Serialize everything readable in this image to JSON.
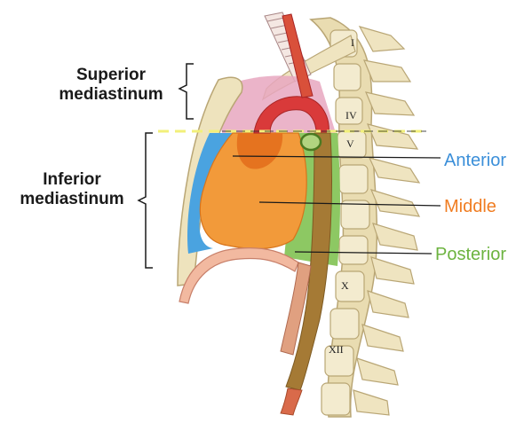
{
  "labels": {
    "superior_line1": "Superior",
    "superior_line2": "mediastinum",
    "inferior_line1": "Inferior",
    "inferior_line2": "mediastinum",
    "anterior": "Anterior",
    "middle": "Middle",
    "posterior": "Posterior"
  },
  "vertebrae": {
    "v1": "I",
    "v4": "IV",
    "v5": "V",
    "v10": "X",
    "v12": "XII"
  },
  "colors": {
    "anterior": "#3b8fd9",
    "middle": "#f07d22",
    "posterior": "#6cb33f",
    "anterior_region": "#4aa3e0",
    "middle_region": "#f29a3a",
    "posterior_region": "#8dc863",
    "superior_region": "#d97aa0",
    "bone": "#eee3bd",
    "aorta": "#d93a3a",
    "esophagus": "#a57a35",
    "divider_line": "#f2f07a"
  }
}
